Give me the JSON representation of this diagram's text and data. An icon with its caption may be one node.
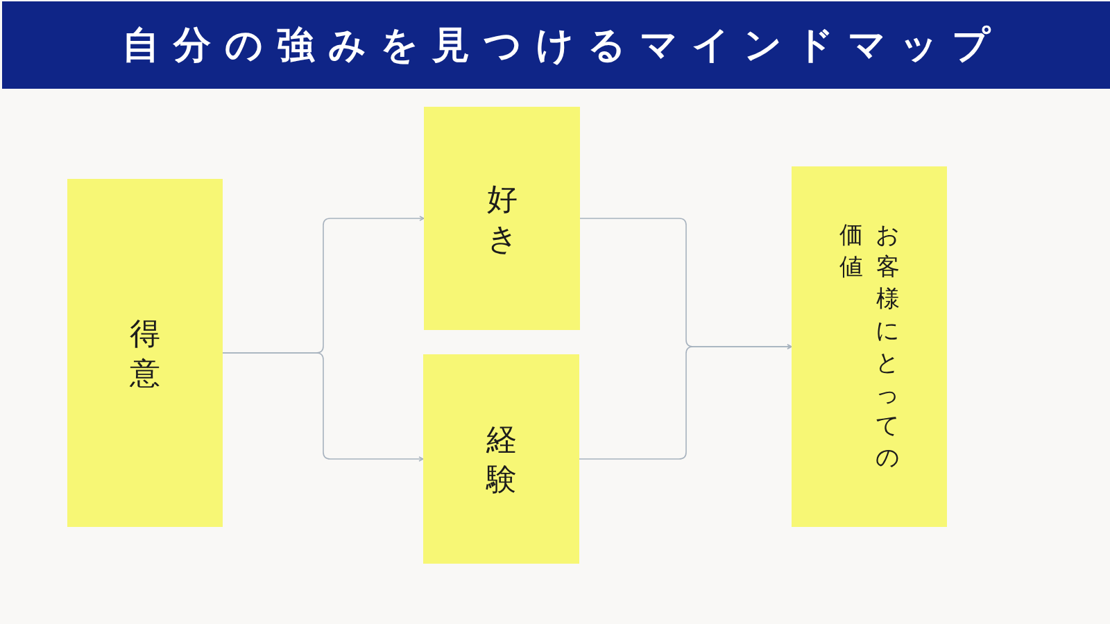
{
  "diagram": {
    "title": "自分の強みを見つけるマインドマップ",
    "nodes": [
      {
        "text": [
          "得意"
        ]
      },
      {
        "text": [
          "好き"
        ]
      },
      {
        "text": [
          "経験"
        ]
      },
      {
        "text": [
          "お客様にとっての価値"
        ]
      }
    ],
    "edges": [
      {
        "from": 0,
        "to": 1,
        "arrow": "to"
      },
      {
        "from": 0,
        "to": 2,
        "arrow": "to"
      },
      {
        "from": 1,
        "to": 3,
        "arrow": "to"
      },
      {
        "from": 2,
        "to": 3,
        "arrow": "to"
      }
    ]
  }
}
